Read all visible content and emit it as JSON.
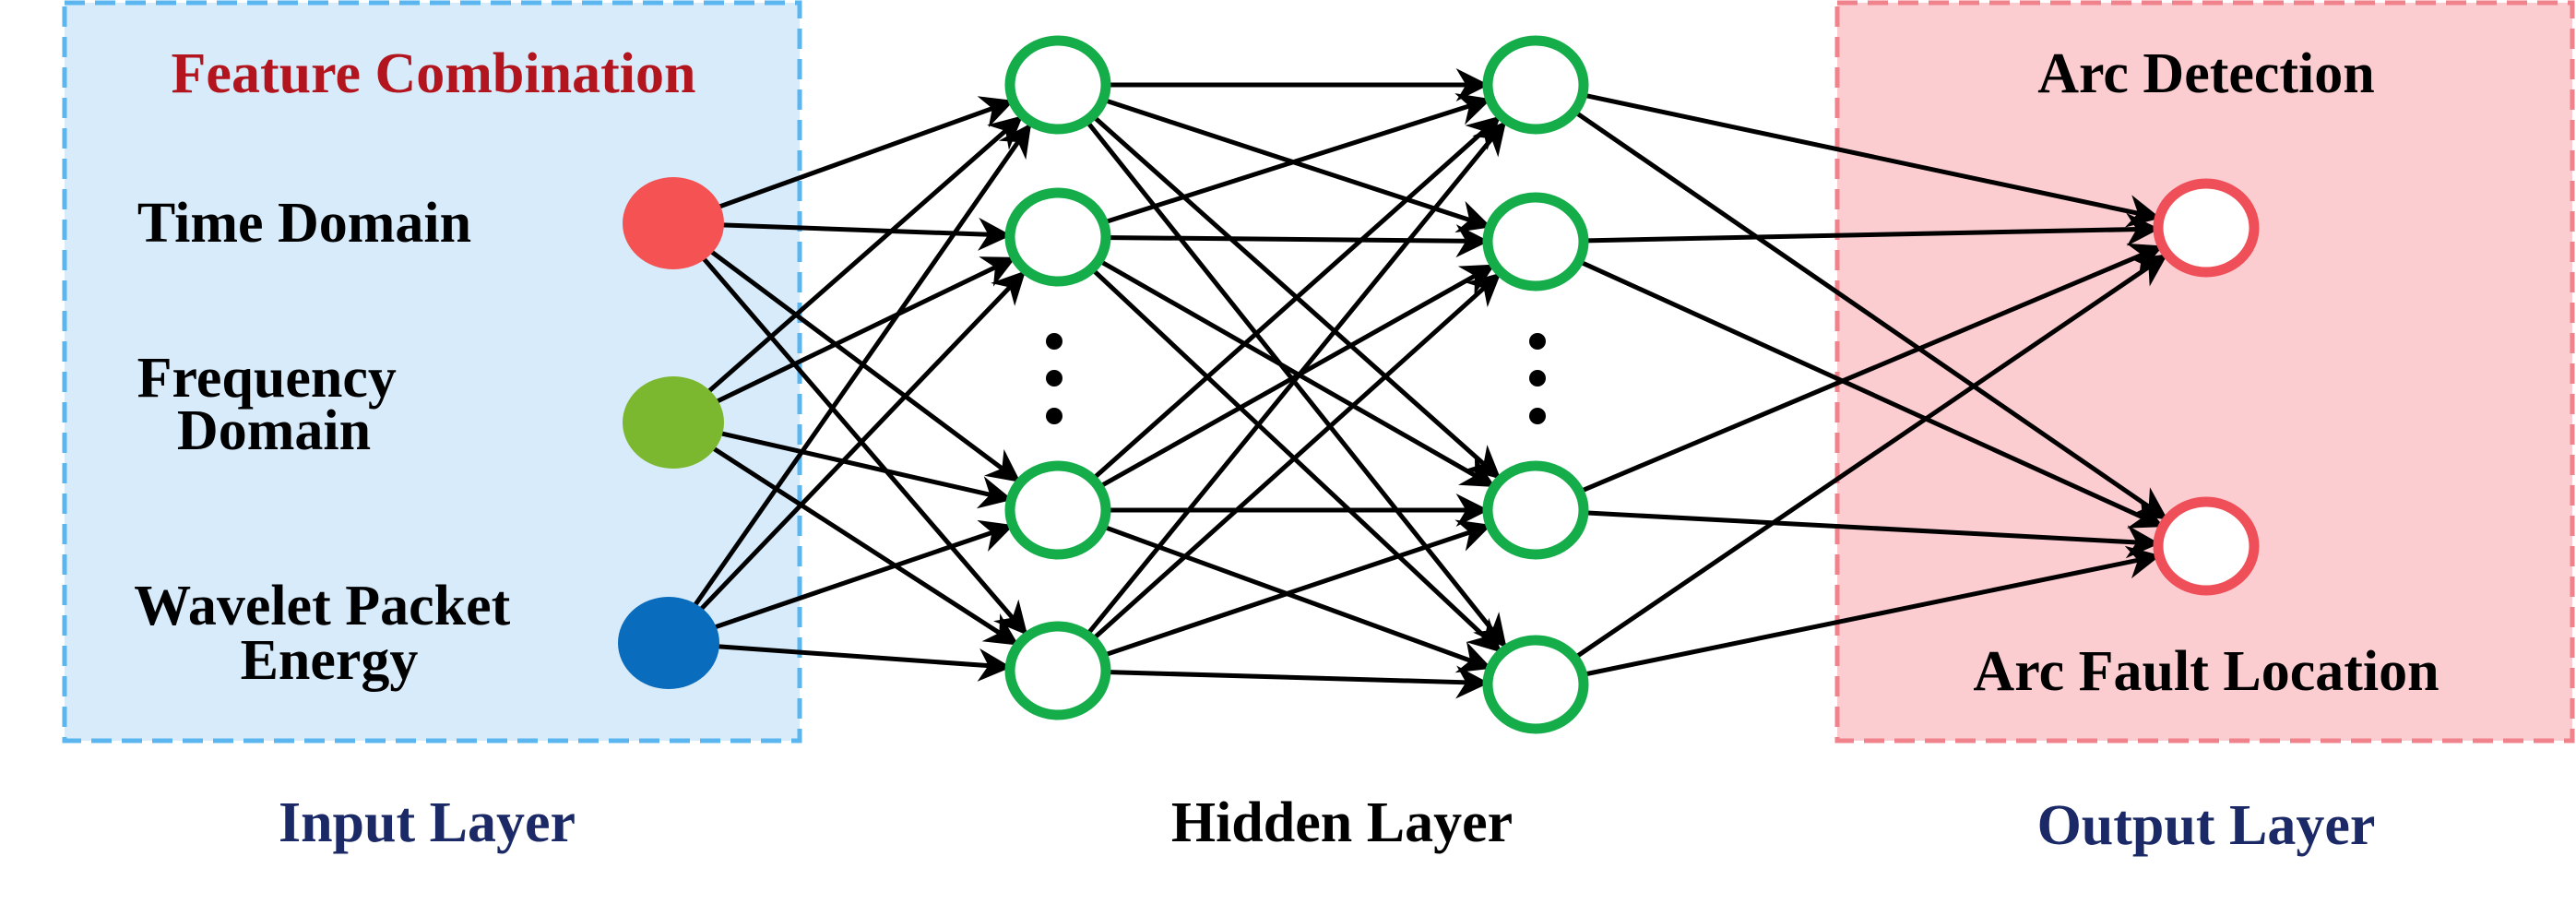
{
  "input_panel": {
    "title": "Feature Combination",
    "features": [
      {
        "lines": [
          "Time Domain"
        ],
        "color": "#f55353"
      },
      {
        "lines": [
          "Frequency",
          "Domain"
        ],
        "color": "#7cb82f"
      },
      {
        "lines": [
          "Wavelet Packet",
          "Energy"
        ],
        "color": "#0a6cbd"
      }
    ],
    "layer_label": "Input Layer"
  },
  "hidden_panel": {
    "layer_label": "Hidden Layer",
    "columns": 2,
    "neurons_per_column": 4
  },
  "output_panel": {
    "outputs": [
      "Arc Detection",
      "Arc Fault Location"
    ],
    "layer_label": "Output Layer"
  },
  "colors": {
    "input_panel_fill": "#d7ebfb",
    "input_panel_border": "#5bb5ef",
    "output_panel_fill": "#fbccd0",
    "output_panel_border": "#f0828c",
    "hidden_neuron": "#14ad4a",
    "output_neuron": "#ef4f58",
    "title_red": "#b2151d",
    "label_navy": "#1b2a66",
    "text": "#000000",
    "connection": "#000000"
  }
}
